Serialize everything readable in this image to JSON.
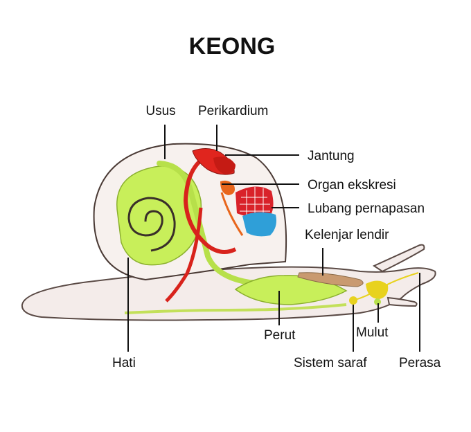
{
  "title": "KEONG",
  "labels": {
    "usus": "Usus",
    "perikardium": "Perikardium",
    "jantung": "Jantung",
    "organ_ekskresi": "Organ ekskresi",
    "lubang_pernapasan": "Lubang pernapasan",
    "kelenjar_lendir": "Kelenjar lendir",
    "perut": "Perut",
    "mulut": "Mulut",
    "hati": "Hati",
    "sistem_saraf": "Sistem saraf",
    "perasa": "Perasa"
  },
  "colors": {
    "body": "#f3ecea",
    "shell_outline": "#4a3a35",
    "liver": "#c8ef5a",
    "intestine": "#b7e04a",
    "blood_vessel": "#d8231c",
    "excretory_organ": "#e8661c",
    "respiratory": "#d9222a",
    "respiratory_blue": "#2f9fd8",
    "mucus_gland": "#c99a70",
    "nerve": "#e8d21e",
    "leader": "#111111"
  }
}
